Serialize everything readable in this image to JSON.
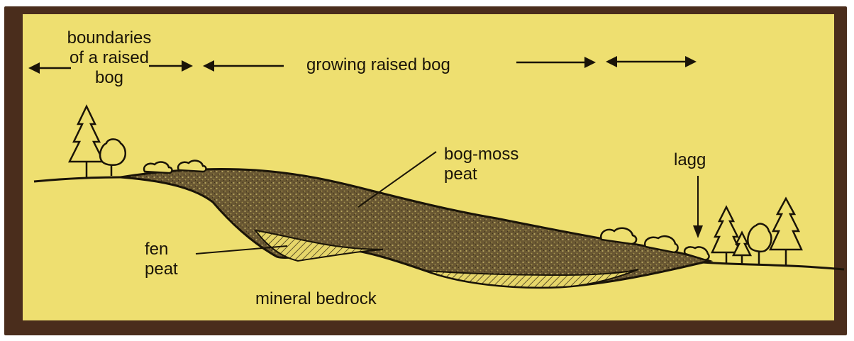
{
  "labels": {
    "boundaries": [
      "boundaries",
      "of a raised",
      "bog"
    ],
    "growing": "growing raised bog",
    "bog_moss": [
      "bog-moss",
      "peat"
    ],
    "lagg": "lagg",
    "fen": [
      "fen",
      "peat"
    ],
    "mineral": "mineral bedrock"
  },
  "colors": {
    "frame": "#4a2d1c",
    "background": "#eedf70",
    "peat": "#5a4a2a",
    "ink": "#1a1408"
  },
  "icons": [
    "conifer-tree-icon",
    "broadleaf-tree-icon",
    "shrub-icon"
  ]
}
